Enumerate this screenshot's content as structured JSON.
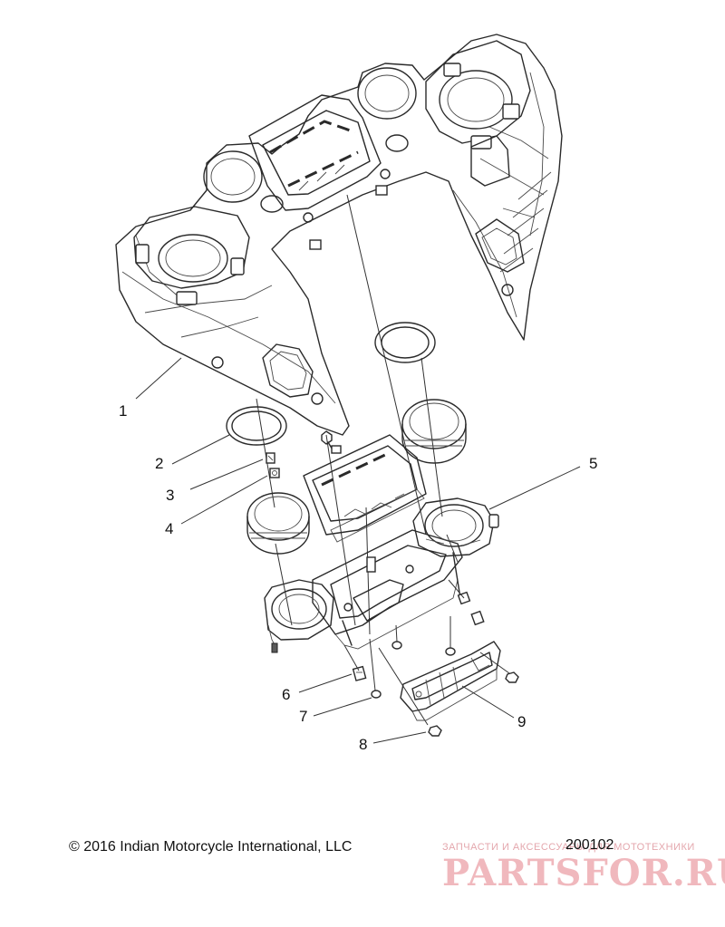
{
  "diagram": {
    "callouts": [
      {
        "id": "1",
        "label": "1"
      },
      {
        "id": "2",
        "label": "2"
      },
      {
        "id": "3",
        "label": "3"
      },
      {
        "id": "4",
        "label": "4"
      },
      {
        "id": "5",
        "label": "5"
      },
      {
        "id": "6",
        "label": "6"
      },
      {
        "id": "7",
        "label": "7"
      },
      {
        "id": "8",
        "label": "8"
      },
      {
        "id": "9",
        "label": "9"
      }
    ]
  },
  "footer": {
    "copyright": "© 2016 Indian Motorcycle International, LLC",
    "figure_number": "200102"
  },
  "watermark": {
    "tagline": "ЗАПЧАСТИ И АКСЕССУАРЫ ДЛЯ МОТОТЕХНИКИ",
    "brand": "PARTSFOR.RU",
    "color": "#f0b8bd"
  }
}
